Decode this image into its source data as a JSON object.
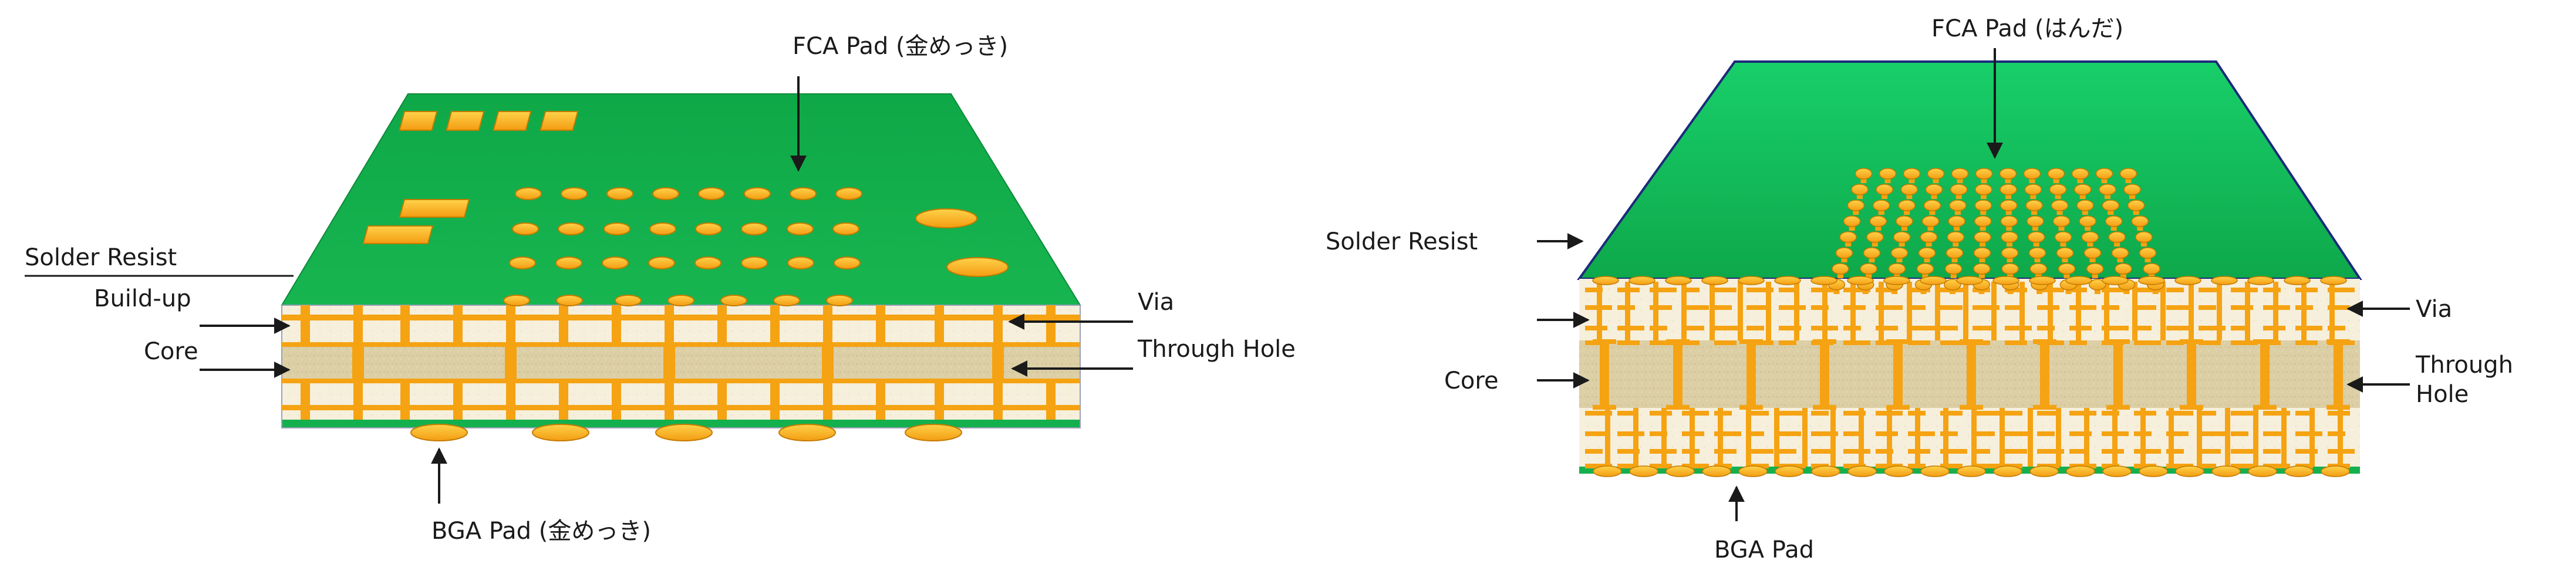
{
  "left_diagram": {
    "labels": {
      "fca_pad": "FCA Pad (金めっき)",
      "solder_resist": "Solder Resist",
      "build_up": "Build-up",
      "core": "Core",
      "via": "Via",
      "through_hole": "Through Hole",
      "bga_pad": "BGA Pad (金めっき)"
    }
  },
  "right_diagram": {
    "labels": {
      "fca_pad": "FCA Pad (はんだ)",
      "solder_resist": "Solder Resist",
      "core": "Core",
      "via": "Via",
      "through_hole_line1": "Through",
      "through_hole_line2": "Hole",
      "bga_pad": "BGA Pad"
    }
  },
  "colors": {
    "solder_resist_green": "#14b04e",
    "copper_orange": "#f5a312",
    "core_tan": "#dccfa6",
    "buildup_cream": "#f6efdc",
    "edge_navy": "#1b2a7a"
  }
}
